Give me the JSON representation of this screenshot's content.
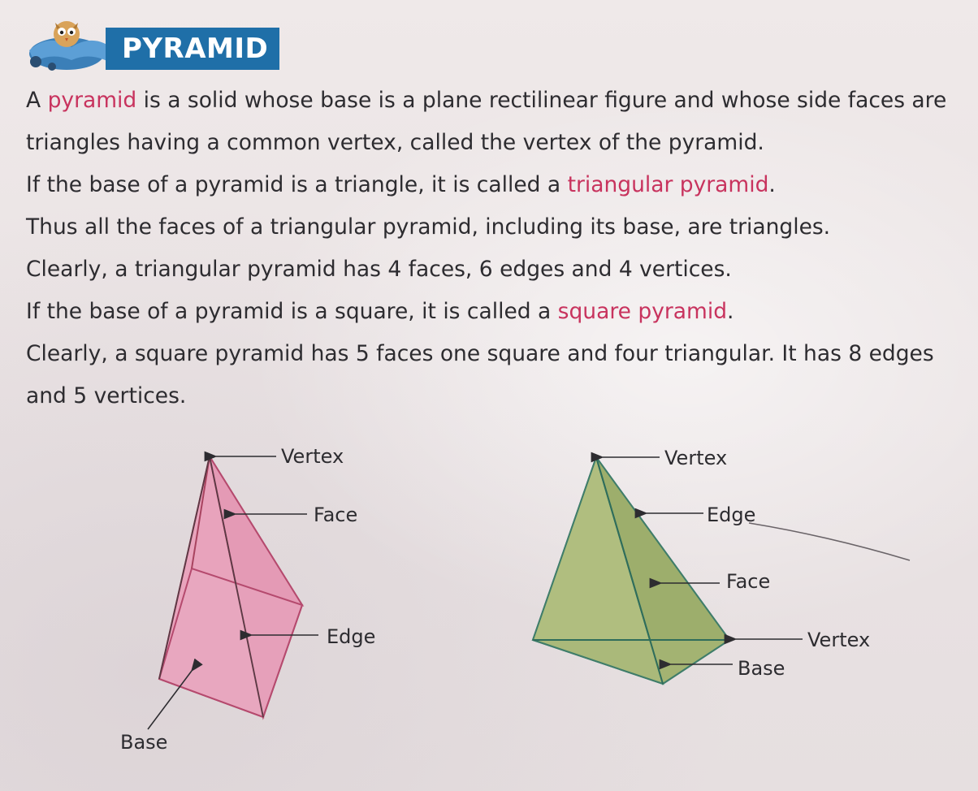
{
  "header": {
    "title": "PYRAMID",
    "title_color": "#1f6fa8",
    "mascot_icon": "reading-owl-mascot-icon"
  },
  "body": {
    "line1": {
      "pre": "A ",
      "term": "pyramid",
      "post": " is a solid whose base is a plane rectilinear figure and whose side faces are"
    },
    "line2": "triangles having a common vertex, called the vertex of the pyramid.",
    "line3": {
      "pre": "If the base of a pyramid is a triangle, it is called a ",
      "term": "triangular pyramid",
      "post": "."
    },
    "line4": "Thus all the faces of a triangular pyramid, including its base, are triangles.",
    "line5": "Clearly, a triangular pyramid has 4 faces, 6 edges and 4 vertices.",
    "line6": {
      "pre": "If the base of a pyramid is a square, it is called a ",
      "term": "square pyramid",
      "post": "."
    },
    "line7": "Clearly, a square pyramid has 5 faces one square and four triangular. It has 8 edges",
    "line8": "and 5 vertices.",
    "highlight_color": "#c8335e"
  },
  "figures": {
    "square_pyramid": {
      "fill_color": "#e79bb4",
      "labels": {
        "vertex": "Vertex",
        "face": "Face",
        "edge": "Edge",
        "base": "Base"
      }
    },
    "triangular_pyramid": {
      "fill_color": "#a7b676",
      "labels": {
        "vertex_top": "Vertex",
        "edge": "Edge",
        "face": "Face",
        "vertex_right": "Vertex",
        "base": "Base"
      }
    }
  }
}
